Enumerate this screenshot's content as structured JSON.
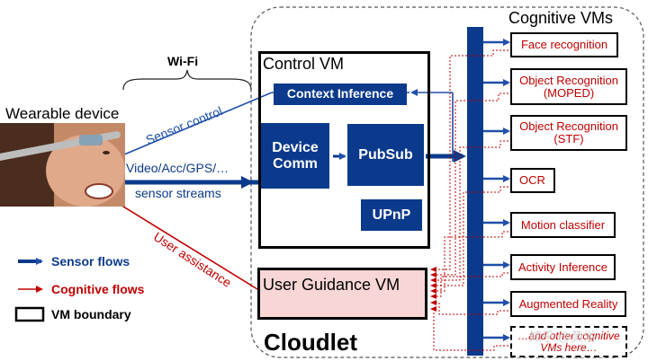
{
  "title": "Cognitive VMs",
  "cloudlet_label": "Cloudlet",
  "control_vm": {
    "label": "Control VM",
    "context_inference": "Context Inference",
    "device_comm": "Device Comm",
    "pubsub": "PubSub",
    "upnp": "UPnP"
  },
  "user_guidance_vm": "User Guidance VM",
  "wearable_device": "Wearable device",
  "wifi": "Wi-Fi",
  "sensor_control": "Sensor control",
  "video_label": "Video/Acc/GPS/…",
  "sensor_streams": "sensor streams",
  "user_assistance": "User assistance",
  "cognitive_vms": [
    "Face recognition",
    "Object Recognition (MOPED)",
    "Object Recognition (STF)",
    "OCR",
    "Motion classifier",
    "Activity Inference",
    "Augmented Reality",
    "…and other cognitive VMs here…"
  ],
  "legend": {
    "sensor_flows": "Sensor flows",
    "cognitive_flows": "Cognitive flows",
    "vm_boundary": "VM boundary"
  },
  "watermark": "知乎 @黄浴",
  "colors": {
    "dark_blue": "#0b3a8c",
    "arrow_blue": "#1f4fa8",
    "red": "#c00000",
    "pink_fill": "#f8d6d6"
  }
}
